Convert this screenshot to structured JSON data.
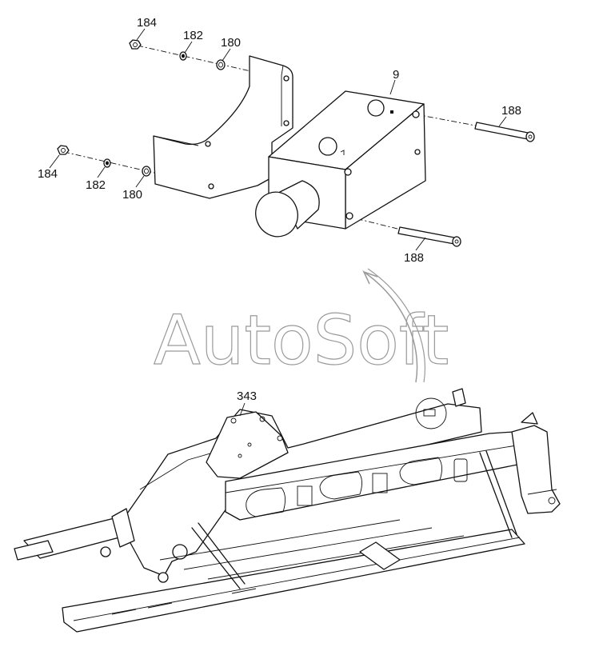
{
  "watermark": {
    "text": "AutoSoft"
  },
  "callouts": {
    "nut_top": "184",
    "washer_top": "182",
    "washer_flat_top": "180",
    "weight": "9",
    "bolt_top": "188",
    "nut_bottom": "184",
    "washer_bottom": "182",
    "washer_flat_bottom": "180",
    "bolt_bottom": "188",
    "frame": "343"
  }
}
